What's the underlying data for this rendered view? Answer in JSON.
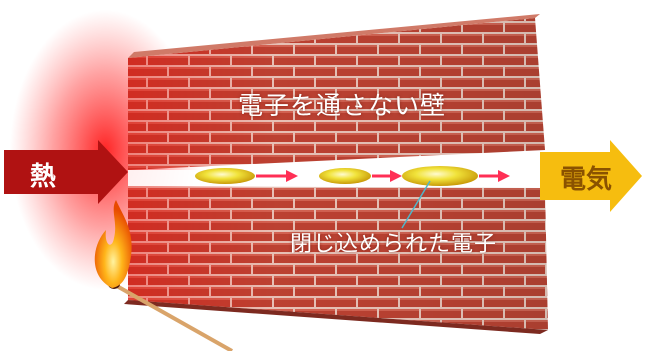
{
  "labels": {
    "heat": "熱",
    "electricity": "電気",
    "wall": "電子を通さない壁",
    "trapped_electrons": "閉じ込められた電子"
  },
  "colors": {
    "heat_arrow": "#b01212",
    "electricity_arrow": "#f6bd0f",
    "brick": "#b84434",
    "mortar": "#e6cabf",
    "electron": "#f1e33a",
    "electron_arrow": "#ff2f55",
    "heat_glow": "#ff1a1a"
  },
  "icons": {
    "heat_source": "match-flame-icon"
  }
}
